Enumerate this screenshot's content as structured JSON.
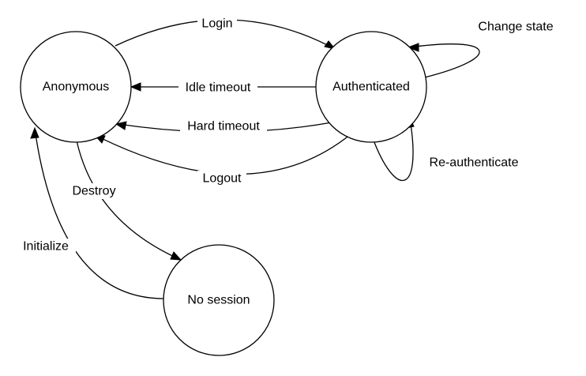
{
  "states": {
    "anonymous": "Anonymous",
    "authenticated": "Authenticated",
    "no_session": "No session"
  },
  "transitions": {
    "login": "Login",
    "idle_timeout": "Idle timeout",
    "hard_timeout": "Hard timeout",
    "logout": "Logout",
    "change_state": "Change state",
    "re_authenticate": "Re-authenticate",
    "destroy": "Destroy",
    "initialize": "Initialize"
  },
  "colors": {
    "stroke": "#000000",
    "background": "#ffffff"
  }
}
